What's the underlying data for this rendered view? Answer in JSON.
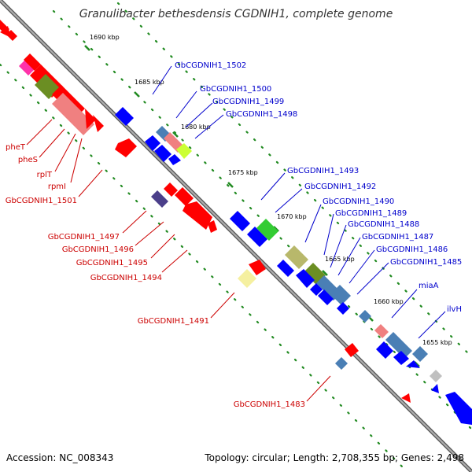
{
  "title": "Granulibacter bethesdensis CGDNIH1, complete genome",
  "footer": {
    "accession": "Accession: NC_008343",
    "topology": "Topology: circular; Length: 2,708,355 bp; Genes: 2,498"
  },
  "ruler": [
    {
      "label": "1690 kbp"
    },
    {
      "label": "1685 kbp"
    },
    {
      "label": "1680 kbp"
    },
    {
      "label": "1675 kbp"
    },
    {
      "label": "1670 kbp"
    },
    {
      "label": "1665 kbp"
    },
    {
      "label": "1660 kbp"
    },
    {
      "label": "1655 kbp"
    }
  ],
  "labels_plus_strand": [
    {
      "text": "GbCGDNIH1_1502"
    },
    {
      "text": "GbCGDNIH1_1500"
    },
    {
      "text": "GbCGDNIH1_1499"
    },
    {
      "text": "GbCGDNIH1_1498"
    },
    {
      "text": "GbCGDNIH1_1493"
    },
    {
      "text": "GbCGDNIH1_1492"
    },
    {
      "text": "GbCGDNIH1_1490"
    },
    {
      "text": "GbCGDNIH1_1489"
    },
    {
      "text": "GbCGDNIH1_1488"
    },
    {
      "text": "GbCGDNIH1_1487"
    },
    {
      "text": "GbCGDNIH1_1486"
    },
    {
      "text": "GbCGDNIH1_1485"
    },
    {
      "text": "miaA"
    },
    {
      "text": "ilvH"
    }
  ],
  "labels_minus_strand": [
    {
      "text": "pheT"
    },
    {
      "text": "pheS"
    },
    {
      "text": "rplT"
    },
    {
      "text": "rpmI"
    },
    {
      "text": "GbCGDNIH1_1501"
    },
    {
      "text": "GbCGDNIH1_1497"
    },
    {
      "text": "GbCGDNIH1_1496"
    },
    {
      "text": "GbCGDNIH1_1495"
    },
    {
      "text": "GbCGDNIH1_1494"
    },
    {
      "text": "GbCGDNIH1_1491"
    },
    {
      "text": "GbCGDNIH1_1483"
    }
  ],
  "colors": {
    "backbone": "#808080",
    "cds_plus": "#0000ff",
    "cds_minus": "#ff0000",
    "ruler": "#228b22",
    "label_plus": "#0000cc",
    "label_minus": "#cc0000"
  }
}
